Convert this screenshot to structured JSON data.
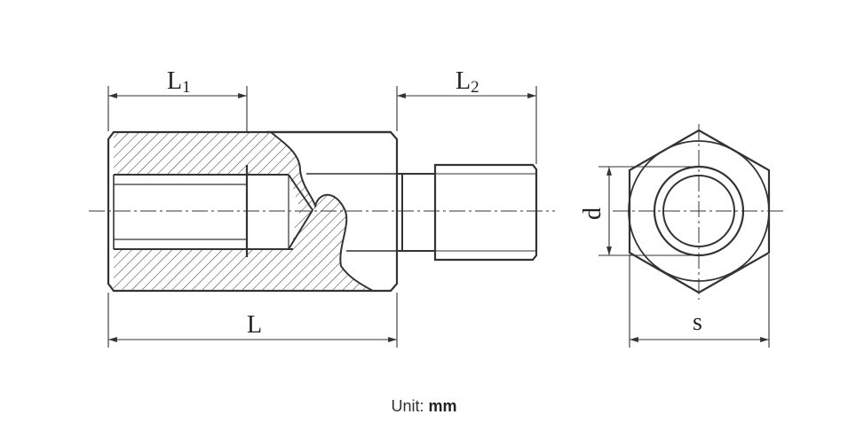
{
  "labels": {
    "l1_main": "L",
    "l1_sub": "1",
    "l2_main": "L",
    "l2_sub": "2",
    "l": "L",
    "d": "d",
    "s": "s"
  },
  "footer": {
    "unit_prefix": "Unit: ",
    "unit_value": "mm"
  }
}
